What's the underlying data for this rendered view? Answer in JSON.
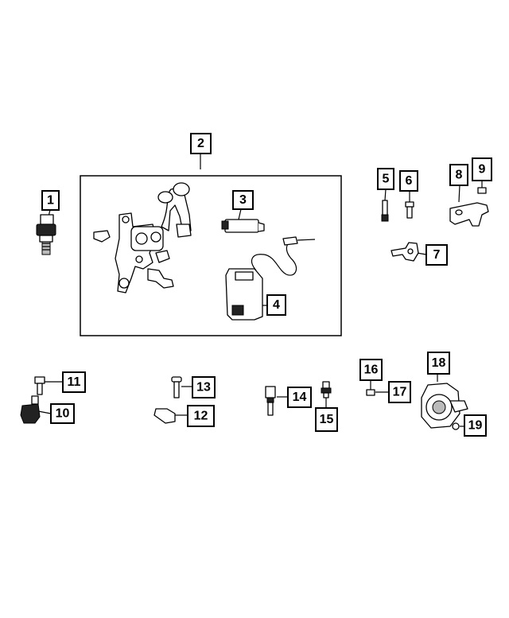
{
  "diagram": {
    "callouts": [
      "1",
      "2",
      "3",
      "4",
      "5",
      "6",
      "7",
      "8",
      "9",
      "10",
      "11",
      "12",
      "13",
      "14",
      "15",
      "16",
      "17",
      "18",
      "19"
    ],
    "colors": {
      "line": "#000000",
      "background": "#ffffff",
      "fill_dark": "#222222",
      "fill_grey": "#bbbbbb"
    }
  }
}
